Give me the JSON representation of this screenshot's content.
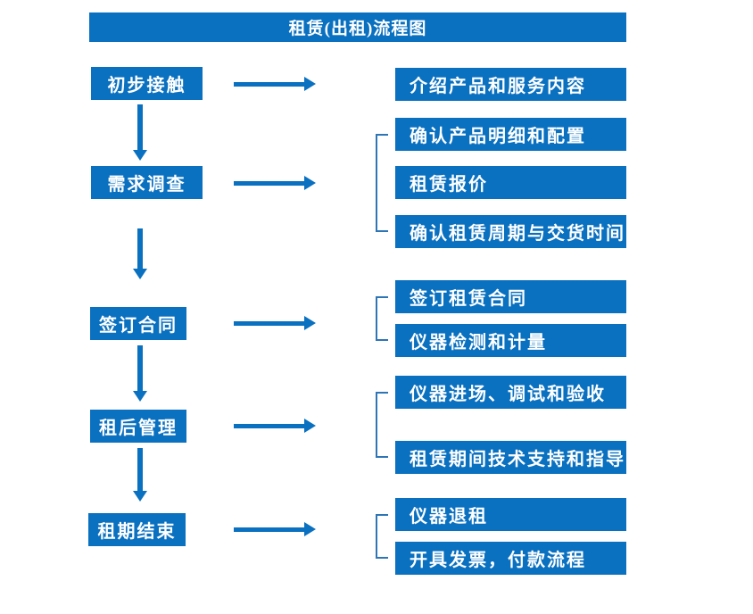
{
  "title": "租赁(出租)流程图",
  "colors": {
    "primary_blue": "#0a70c0",
    "bracket_blue": "#2e75b6",
    "text_white": "#ffffff",
    "background": "#ffffff"
  },
  "icons": {
    "right_arrow": "arrow-right-icon",
    "down_arrow": "arrow-down-icon",
    "group_bracket": "group-bracket-icon"
  },
  "flow": {
    "steps": [
      {
        "label": "初步接触",
        "details": [
          "介绍产品和服务内容"
        ]
      },
      {
        "label": "需求调查",
        "details": [
          "确认产品明细和配置",
          "租赁报价",
          "确认租赁周期与交货时间"
        ]
      },
      {
        "label": "签订合同",
        "details": [
          "签订租赁合同",
          "仪器检测和计量"
        ]
      },
      {
        "label": "租后管理",
        "details": [
          "仪器进场、调试和验收",
          "租赁期间技术支持和指导"
        ]
      },
      {
        "label": "租期结束",
        "details": [
          "仪器退租",
          "开具发票，付款流程"
        ]
      }
    ]
  }
}
